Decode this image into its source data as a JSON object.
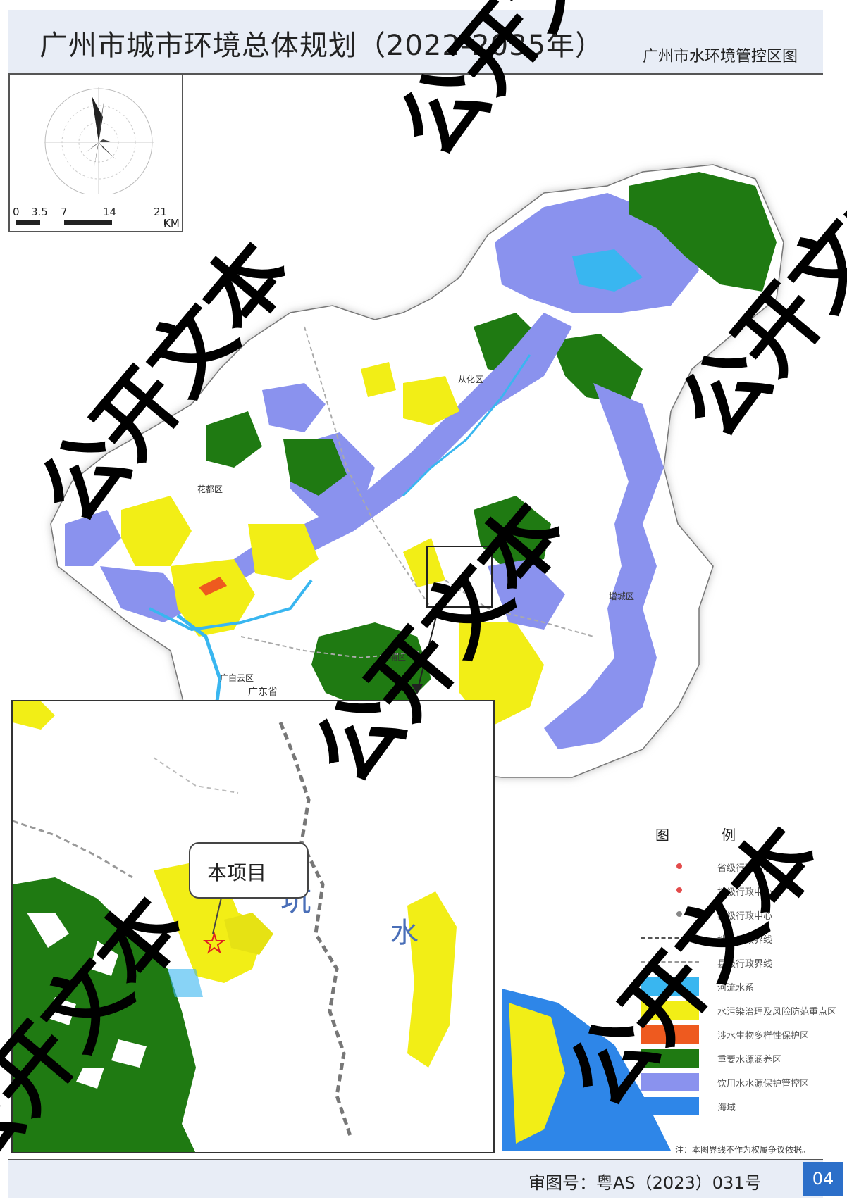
{
  "header": {
    "title": "广州市城市环境总体规划（2022-2035年）",
    "subtitle": "广州市水环境管控区图"
  },
  "scale_bar": {
    "ticks": [
      "0",
      "3.5",
      "7",
      "14",
      "21"
    ],
    "unit": "KM"
  },
  "map_labels": {
    "huadu": "花都区",
    "conghua": "从化区",
    "zengcheng": "增城区",
    "huangpu": "黄埔区",
    "baiyun": "广白云区",
    "guangdong": "广东省"
  },
  "inset": {
    "project_label": "本项目",
    "river_text_1": "坑",
    "river_text_2": "水"
  },
  "legend": {
    "title_left": "图",
    "title_right": "例",
    "items": [
      {
        "label": "省级行政中心",
        "color": "#e34b4b",
        "kind": "dot"
      },
      {
        "label": "地级行政中心",
        "color": "#e34b4b",
        "kind": "dot"
      },
      {
        "label": "县级行政中心",
        "color": "#888888",
        "kind": "dot"
      },
      {
        "label": "地级行政界线",
        "color": "#555555",
        "kind": "line"
      },
      {
        "label": "县级行政界线",
        "color": "#999999",
        "kind": "line"
      },
      {
        "label": "河流水系",
        "color": "#39b6f0",
        "kind": "fill"
      },
      {
        "label": "水污染治理及风险防范重点区",
        "color": "#f2ee16",
        "kind": "fill"
      },
      {
        "label": "涉水生物多样性保护区",
        "color": "#ee5a1f",
        "kind": "fill"
      },
      {
        "label": "重要水源涵养区",
        "color": "#1f7a12",
        "kind": "fill"
      },
      {
        "label": "饮用水水源保护管控区",
        "color": "#8a92ee",
        "kind": "fill"
      },
      {
        "label": "海域",
        "color": "#2e86e8",
        "kind": "fill"
      }
    ],
    "note": "注：本图界线不作为权属争议依据。"
  },
  "footer": {
    "approval_number": "审图号：粤AS（2023）031号",
    "page_number": "04"
  },
  "watermark": {
    "text": "公开文本"
  },
  "colors": {
    "header_bg": "#e8edf6",
    "water_protect": "#8a92ee",
    "water_source": "#1f7a12",
    "pollution_zone": "#f2ee16",
    "river": "#39b6f0",
    "page_badge": "#2c6fc9"
  }
}
